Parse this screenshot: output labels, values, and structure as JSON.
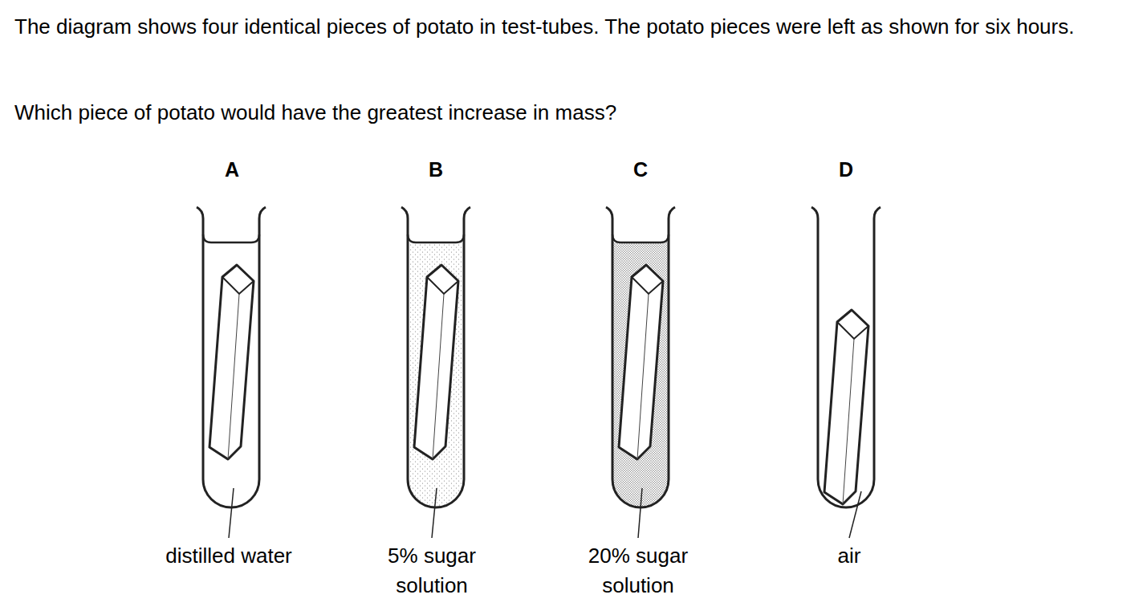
{
  "diagram": {
    "labels": [
      "The diagram shows four identical pieces of potato in test-tubes. The potato pieces were left as shown for six hours.",
      "Which piece of potato would have the greatest increase in mass?",
      "A",
      "B",
      "C",
      "D",
      "distilled water",
      "5% sugar solution",
      "20% sugar solution",
      "air"
    ]
  }
}
